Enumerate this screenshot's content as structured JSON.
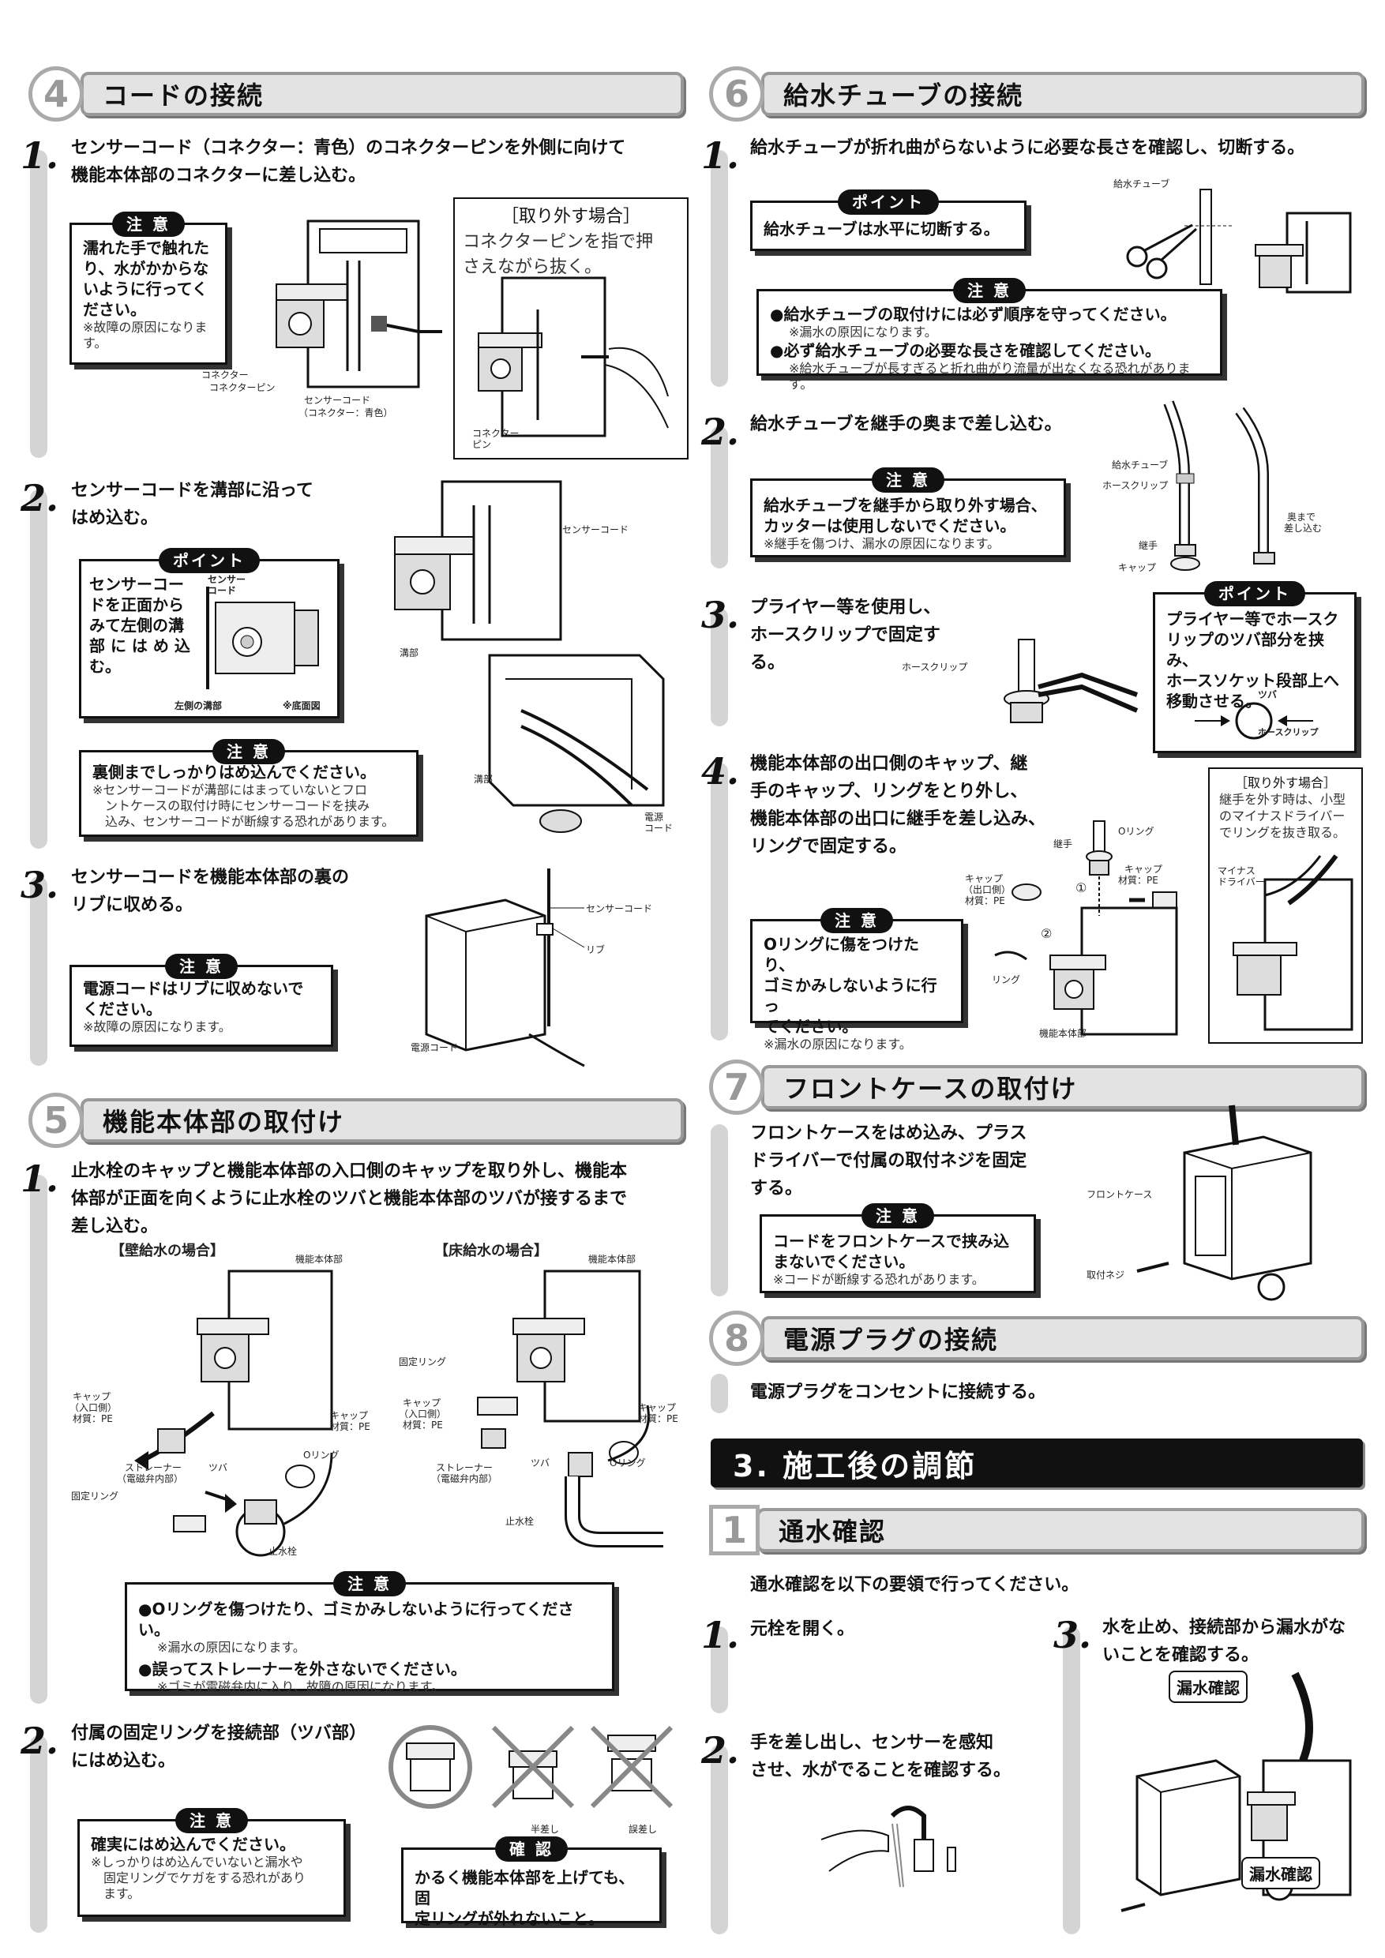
{
  "s4": {
    "num": "4",
    "title": "コードの接続",
    "step1": {
      "num": "1.",
      "text1": "センサーコード（コネクター：青色）のコネクターピンを外側に向けて",
      "text2": "機能本体部のコネクターに差し込む。",
      "note": {
        "badge": "注 意",
        "l1": "濡れた手で触れた",
        "l2": "り、水がかからな",
        "l3": "いように行ってく",
        "l4": "ださい。",
        "sub1": "※故障の原因になりま",
        "sub2": "す。"
      },
      "remove": {
        "title": "［取り外す場合］",
        "l1": "コネクターピンを指で押",
        "l2": "さえながら抜く。",
        "lbl": "コネクター",
        "lbl2": "ピン"
      },
      "labels": {
        "a": "コネクター",
        "b": "コネクターピン",
        "c": "センサーコード",
        "d": "（コネクター：青色）"
      }
    },
    "step2": {
      "num": "2.",
      "text1": "センサーコードを溝部に沿って",
      "text2": "はめ込む。",
      "point": {
        "badge": "ポイント",
        "l1": "センサーコー",
        "l2": "ドを正面から",
        "l3": "みて左側の溝",
        "l4": "部 に は め 込",
        "l5": "む。",
        "lbl1": "センサー",
        "lbl2": "コード",
        "lbl3": "左側の溝部",
        "lbl4": "※底面図"
      },
      "note": {
        "badge": "注 意",
        "l1": "裏側までしっかりはめ込んでください。",
        "sub1": "※センサーコードが溝部にはまっていないとフロ",
        "sub2": "ントケースの取付け時にセンサーコードを挟み",
        "sub3": "込み、センサーコードが断線する恐れがあります。"
      },
      "labels": {
        "a": "センサーコード",
        "b": "溝部",
        "c": "溝部",
        "d": "電源",
        "e": "コード"
      }
    },
    "step3": {
      "num": "3.",
      "text1": "センサーコードを機能本体部の裏の",
      "text2": "リブに収める。",
      "note": {
        "badge": "注 意",
        "l1": "電源コードはリブに収めないで",
        "l2": "ください。",
        "sub1": "※故障の原因になります。"
      },
      "labels": {
        "a": "センサーコード",
        "b": "リブ",
        "c": "電源コード"
      }
    }
  },
  "s5": {
    "num": "5",
    "title": "機能本体部の取付け",
    "step1": {
      "num": "1.",
      "text1": "止水栓のキャップと機能本体部の入口側のキャップを取り外し、機能本",
      "text2": "体部が正面を向くように止水栓のツバと機能本体部のツバが接するまで",
      "text3": "差し込む。",
      "wall": "【壁給水の場合】",
      "floor": "【床給水の場合】",
      "labels": {
        "body1": "機能本体部",
        "body2": "機能本体部",
        "cap1a": "キャップ",
        "cap1b": "（入口側）",
        "cap1c": "材質：PE",
        "cap2a": "キャップ",
        "cap2b": "材質：PE",
        "str": "ストレーナー",
        "str2": "（電磁弁内部）",
        "tsuba": "ツバ",
        "ring": "固定リング",
        "oring": "Oリング",
        "stop": "止水栓",
        "fring": "固定リング",
        "cap3a": "キャップ",
        "cap3b": "（入口側）",
        "cap3c": "材質：PE",
        "cap4a": "キャップ",
        "cap4b": "材質：PE",
        "str3": "ストレーナー",
        "str4": "（電磁弁内部）",
        "tsuba2": "ツバ",
        "oring2": "Oリング",
        "stop2": "止水栓"
      },
      "note": {
        "badge": "注 意",
        "l1": "●Oリングを傷つけたり、ゴミかみしないように行ってください。",
        "sub1": "※漏水の原因になります。",
        "l2": "●誤ってストレーナーを外さないでください。",
        "sub2": "※ゴミが電磁弁内に入り、故障の原因になります。"
      }
    },
    "step2": {
      "num": "2.",
      "text1": "付属の固定リングを接続部（ツバ部）",
      "text2": "にはめ込む。",
      "note": {
        "badge": "注 意",
        "l1": "確実にはめ込んでください。",
        "sub1": "※しっかりはめ込んでいないと漏水や",
        "sub2": "固定リングでケガをする恐れがあり",
        "sub3": "ます。"
      },
      "check": {
        "badge": "確 認",
        "l1": "かるく機能本体部を上げても、固",
        "l2": "定リングが外れないこと。"
      },
      "labels": {
        "half": "半差し",
        "wrong": "誤差し"
      }
    }
  },
  "s6": {
    "num": "6",
    "title": "給水チューブの接続",
    "step1": {
      "num": "1.",
      "text": "給水チューブが折れ曲がらないように必要な長さを確認し、切断する。",
      "point": {
        "badge": "ポイント",
        "l1": "給水チューブは水平に切断する。"
      },
      "note": {
        "badge": "注 意",
        "l1": "●給水チューブの取付けには必ず順序を守ってください。",
        "sub1": "※漏水の原因になります。",
        "l2": "●必ず給水チューブの必要な長さを確認してください。",
        "sub2": "※給水チューブが長すぎると折れ曲がり流量が出なくなる恐れがあります。"
      },
      "labels": {
        "tube": "給水チューブ"
      }
    },
    "step2": {
      "num": "2.",
      "text": "給水チューブを継手の奥まで差し込む。",
      "note": {
        "badge": "注 意",
        "l1": "給水チューブを継手から取り外す場合、",
        "l2": "カッターは使用しないでください。",
        "sub1": "※継手を傷つけ、漏水の原因になります。"
      },
      "labels": {
        "tube": "給水チューブ",
        "clip": "ホースクリップ",
        "joint": "継手",
        "cap": "キャップ",
        "deep1": "奥まで",
        "deep2": "差し込む"
      }
    },
    "step3": {
      "num": "3.",
      "text1": "プライヤー等を使用し、",
      "text2": "ホースクリップで固定す",
      "text3": "る。",
      "point": {
        "badge": "ポイント",
        "l1": "プライヤー等でホースク",
        "l2": "リップのツバ部分を挟み、",
        "l3": "ホースソケット段部上へ",
        "l4": "移動させる。",
        "tsuba": "ツバ",
        "clip": "ホースクリップ"
      },
      "labels": {
        "clip": "ホースクリップ"
      }
    },
    "step4": {
      "num": "4.",
      "text1": "機能本体部の出口側のキャップ、継",
      "text2": "手のキャップ、リングをとり外し、",
      "text3": "機能本体部の出口に継手を差し込み、",
      "text4": "リングで固定する。",
      "note": {
        "badge": "注 意",
        "l1": "Oリングに傷をつけたり、",
        "l2": "ゴミかみしないように行っ",
        "l3": "てください。",
        "sub1": "※漏水の原因になります。"
      },
      "remove": {
        "title": "［取り外す場合］",
        "l1": "継手を外す時は、小型",
        "l2": "のマイナスドライバー",
        "l3": "でリングを抜き取る。",
        "lbl1": "マイナス",
        "lbl2": "ドライバー"
      },
      "labels": {
        "joint": "継手",
        "oring": "Oリング",
        "cap1": "キャップ",
        "cap2": "（出口側）",
        "cap3": "材質：PE",
        "cap4": "キャップ",
        "cap5": "材質：PE",
        "ring": "リング",
        "body": "機能本体部",
        "c1": "①",
        "c2": "②"
      }
    }
  },
  "s7": {
    "num": "7",
    "title": "フロントケースの取付け",
    "text1": "フロントケースをはめ込み、プラス",
    "text2": "ドライバーで付属の取付ネジを固定",
    "text3": "する。",
    "note": {
      "badge": "注 意",
      "l1": "コードをフロントケースで挟み込",
      "l2": "まないでください。",
      "sub1": "※コードが断線する恐れがあります。"
    },
    "labels": {
      "case": "フロントケース",
      "screw": "取付ネジ"
    }
  },
  "s8": {
    "num": "8",
    "title": "電源プラグの接続",
    "text": "電源プラグをコンセントに接続する。"
  },
  "s3": {
    "title": "3. 施工後の調節"
  },
  "s31": {
    "num": "1",
    "title": "通水確認",
    "intro": "通水確認を以下の要領で行ってください。",
    "step1": {
      "num": "1.",
      "text": "元栓を開く。"
    },
    "step2": {
      "num": "2.",
      "text1": "手を差し出し、センサーを感知",
      "text2": "させ、水がでることを確認する。"
    },
    "step3": {
      "num": "3.",
      "text1": "水を止め、接続部から漏水がな",
      "text2": "いことを確認する。",
      "c1": "漏水確認",
      "c2": "漏水確認"
    }
  }
}
